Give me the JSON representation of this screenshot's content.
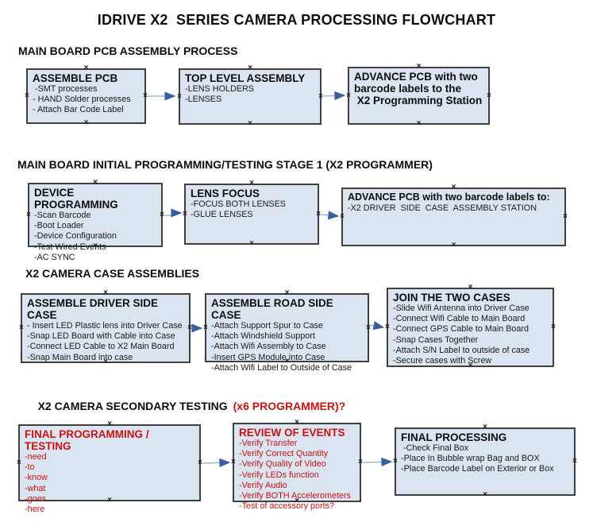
{
  "title": "IDRIVE X2  SERIES CAMERA PROCESSING FLOWCHART",
  "colors": {
    "box_fill": "#dbe5f1",
    "box_border": "#404040",
    "arrow_line": "#a0b5d3",
    "arrow_head": "#3b5f9e",
    "red_text": "#cc1111",
    "text": "#111111"
  },
  "sections": [
    {
      "header": "MAIN BOARD PCB ASSEMBLY PROCESS",
      "boxes": [
        {
          "title": "ASSEMBLE PCB",
          "items": [
            " -SMT processes",
            "- HAND Solder processes",
            "- Attach Bar Code Label"
          ]
        },
        {
          "title": "TOP LEVEL ASSEMBLY",
          "items": [
            "-LENS HOLDERS",
            "-LENSES"
          ]
        },
        {
          "title": "ADVANCE PCB with two\nbarcode labels to the\n X2 Programming Station",
          "items": []
        }
      ]
    },
    {
      "header": "MAIN BOARD INITIAL PROGRAMMING/TESTING STAGE 1 (X2 PROGRAMMER)",
      "boxes": [
        {
          "title": "DEVICE PROGRAMMING",
          "items": [
            "-Scan Barcode",
            "-Boot Loader",
            "-Device Configuration",
            "-Test Wired Events",
            "-AC SYNC"
          ]
        },
        {
          "title": "LENS FOCUS",
          "items": [
            "-FOCUS BOTH LENSES",
            "-GLUE LENSES"
          ]
        },
        {
          "title": "ADVANCE PCB with two barcode labels to:",
          "items": [
            "-X2 DRIVER  SIDE  CASE  ASSEMBLY STATION"
          ]
        }
      ]
    },
    {
      "header": "X2 CAMERA CASE ASSEMBLIES",
      "boxes": [
        {
          "title": "ASSEMBLE DRIVER SIDE CASE",
          "items": [
            "- Insert LED Plastic lens into Driver Case",
            "-Snap LED Board with Cable into Case",
            "-Connect LED Cable to X2 Main Board",
            "-Snap Main Board into case"
          ]
        },
        {
          "title": "ASSEMBLE ROAD SIDE CASE",
          "items": [
            "-Attach Support Spur to Case",
            "-Attach Windshield Support",
            "-Attach Wifi Assembly to Case",
            "-Insert GPS Module into Case",
            "-Attach Wifi Label to Outside of Case"
          ]
        },
        {
          "title": "JOIN THE TWO CASES",
          "items": [
            "-Slide Wifi Antenna into Driver Case",
            "-Connect Wifi Cable to Main Board",
            "-Connect GPS Cable to Main Board",
            "-Snap Cases Together",
            "-Attach S/N Label to outside of case",
            "-Secure cases with Screw"
          ]
        }
      ]
    },
    {
      "header": "X2 CAMERA SECONDARY TESTING",
      "header_red": "(x6 PROGRAMMER)?",
      "boxes": [
        {
          "title": "FINAL PROGRAMMING / TESTING",
          "items": [
            "-need",
            "-to",
            "-know",
            "-what",
            "-goes",
            "-here"
          ]
        },
        {
          "title": "REVIEW OF EVENTS",
          "items": [
            "-Verify Transfer",
            "-Verify Correct Quantity",
            "-Verify Quality of Video",
            "-Verify LEDs function",
            "-Verify Audio",
            "-Verify BOTH Accelerometers",
            "-Test of accessory ports?"
          ]
        },
        {
          "title": "FINAL PROCESSING",
          "items": [
            " -Check Final Box",
            "-Place In Bubble wrap Bag and BOX",
            "-Place Barcode Label on Exterior or Box"
          ]
        }
      ]
    }
  ]
}
